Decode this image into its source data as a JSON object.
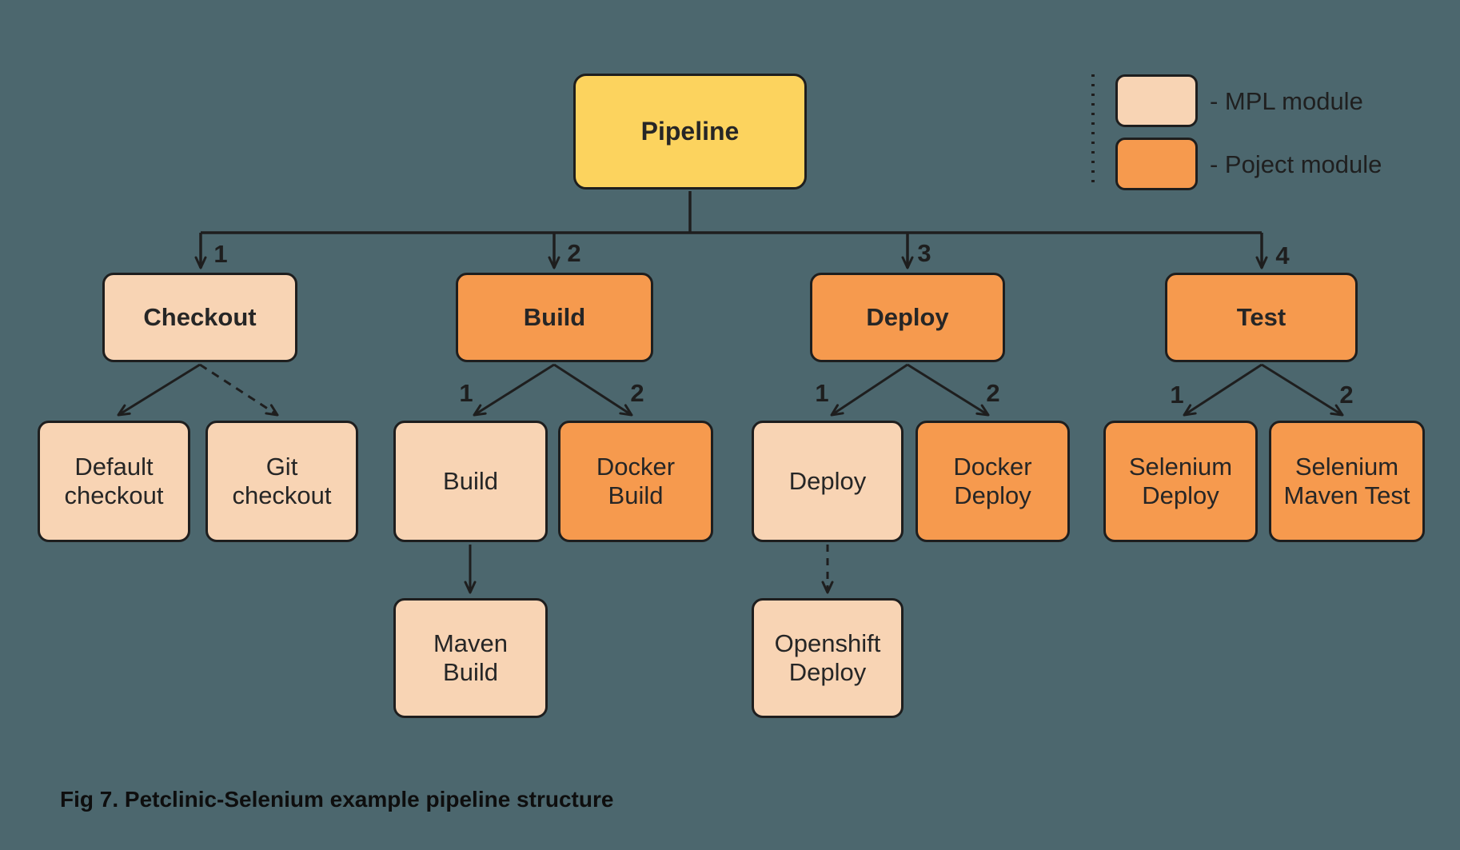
{
  "root": {
    "label": "Pipeline"
  },
  "stages": [
    {
      "name": "Checkout",
      "num": "1",
      "type": "mpl"
    },
    {
      "name": "Build",
      "num": "2",
      "type": "project"
    },
    {
      "name": "Deploy",
      "num": "3",
      "type": "project"
    },
    {
      "name": "Test",
      "num": "4",
      "type": "project"
    }
  ],
  "children": {
    "default_checkout": "Default checkout",
    "git_checkout": "Git checkout",
    "build_step": "Build",
    "docker_build": "Docker Build",
    "deploy_step": "Deploy",
    "docker_deploy": "Docker Deploy",
    "selenium_deploy": "Selenium Deploy",
    "selenium_maven_test": "Selenium Maven Test",
    "maven_build": "Maven Build",
    "openshift_deploy": "Openshift Deploy"
  },
  "arrow_numbers": {
    "build_1": "1",
    "build_2": "2",
    "deploy_1": "1",
    "deploy_2": "2",
    "test_1": "1",
    "test_2": "2"
  },
  "legend": {
    "mpl_label": "- MPL module",
    "project_label": "- Poject module"
  },
  "caption": "Fig 7. Petclinic-Selenium example pipeline structure",
  "colors": {
    "background": "#4c676e",
    "node_yellow": "#fcd35e",
    "node_mpl": "#f8d4b4",
    "node_project": "#f69a4e",
    "stroke": "#1e1e1e",
    "text": "#262626"
  }
}
